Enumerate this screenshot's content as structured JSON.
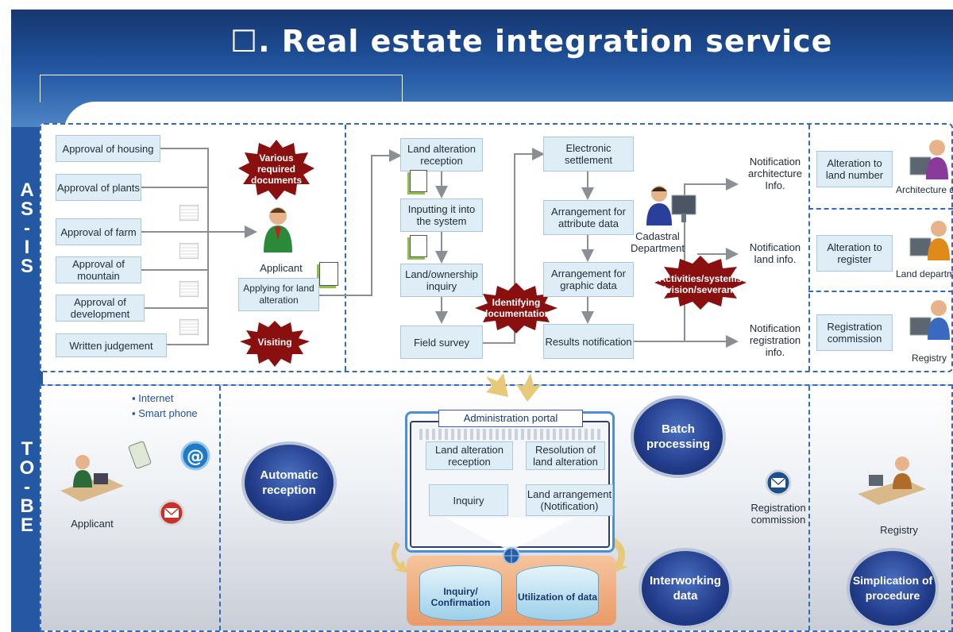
{
  "title": "☐. Real estate integration service",
  "sidebar": {
    "asis_letters": [
      "A",
      "S",
      "-",
      "I",
      "S"
    ],
    "tobe_letters": [
      "T",
      "O",
      "-",
      "B",
      "E"
    ]
  },
  "asis": {
    "approvals": [
      "Approval of housing",
      "Approval of plants",
      "Approval of farm",
      "Approval of mountain",
      "Approval of development",
      "Written judgement"
    ],
    "star_documents": "Various required documents",
    "star_visiting": "Visiting",
    "applicant": "Applicant",
    "applying": "Applying for land alteration",
    "process": [
      "Land alteration reception",
      "Inputting it into the system",
      "Land/ownership inquiry",
      "Field survey"
    ],
    "star_identifying": "Identifying documentation",
    "settlement": [
      "Electronic settlement",
      "Arrangement for attribute data",
      "Arrangement for graphic data",
      "Results notification"
    ],
    "cadastral": "Cadastral Department",
    "star_activities": "Activities/systems division/severance",
    "notifications": [
      "Notification architecture Info.",
      "Notification land info.",
      "Notification registration info."
    ],
    "right_boxes": [
      "Alteration to land number",
      "Alteration to register",
      "Registration commission"
    ],
    "right_people": [
      "Architecture department",
      "Land department",
      "Registry"
    ]
  },
  "tobe": {
    "bullets": [
      "Internet",
      "Smart phone"
    ],
    "applicant": "Applicant",
    "auto_reception": "Automatic reception",
    "portal_title": "Administration portal",
    "portal_boxes": [
      "Land alteration reception",
      "Resolution of land alteration",
      "Inquiry",
      "Land arrangement (Notification)"
    ],
    "db": [
      "Inquiry/ Confirmation",
      "Utilization of data"
    ],
    "batch": "Batch processing",
    "interworking": "Interworking data",
    "reg_commission": "Registration commission",
    "registry": "Registry",
    "simplification": "Simplication of procedure"
  }
}
